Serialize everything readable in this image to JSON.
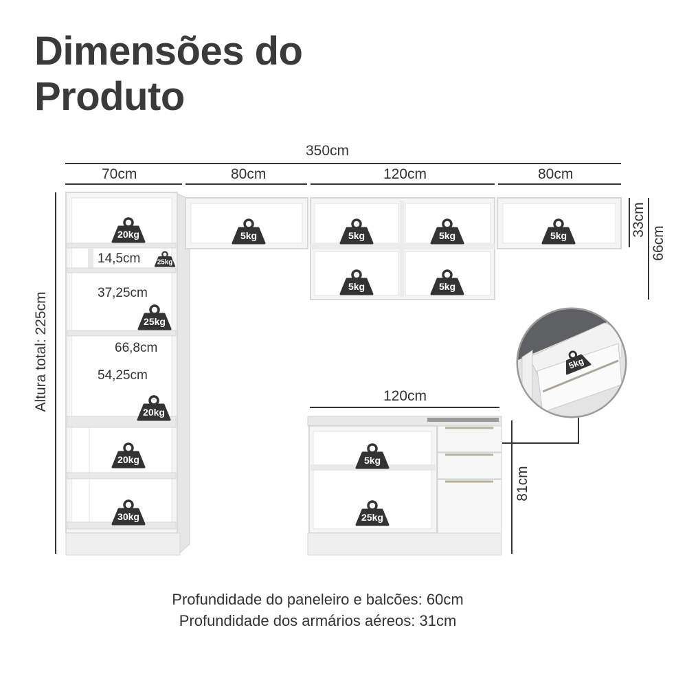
{
  "title": {
    "line1": "Dimensões do",
    "line2": "Produto"
  },
  "dimensions": {
    "total_width": "350cm",
    "w_pantry": "70cm",
    "w_upper_a": "80cm",
    "w_upper_b": "120cm",
    "w_upper_c": "80cm",
    "upper_height": "33cm",
    "upper_offset": "66cm",
    "total_height": "Altura total: 225cm",
    "shelf_1": "14,5cm",
    "shelf_2": "37,25cm",
    "inner_width": "66,8cm",
    "shelf_3": "54,25cm",
    "base_width": "120cm",
    "base_height": "81cm"
  },
  "weights": {
    "pantry_top": "20kg",
    "pantry_small": "25kg",
    "pantry_mid": "25kg",
    "pantry_low": "20kg",
    "pantry_niche1": "20kg",
    "pantry_niche2": "30kg",
    "upper_a": "5kg",
    "upper_b1": "5kg",
    "upper_b2": "5kg",
    "upper_b3": "5kg",
    "upper_b4": "5kg",
    "upper_c": "5kg",
    "base_top": "5kg",
    "base_bottom": "25kg",
    "drawer_detail": "5kg"
  },
  "notes": {
    "line1": "Profundidade do paneleiro e balcões: 60cm",
    "line2": "Profundidade dos armários aéreos: 31cm"
  },
  "colors": {
    "cabinet": "#f4f4f4",
    "edge": "#d9d9d9",
    "weight_icon": "#333333",
    "countertop": "#5a5a5a"
  }
}
